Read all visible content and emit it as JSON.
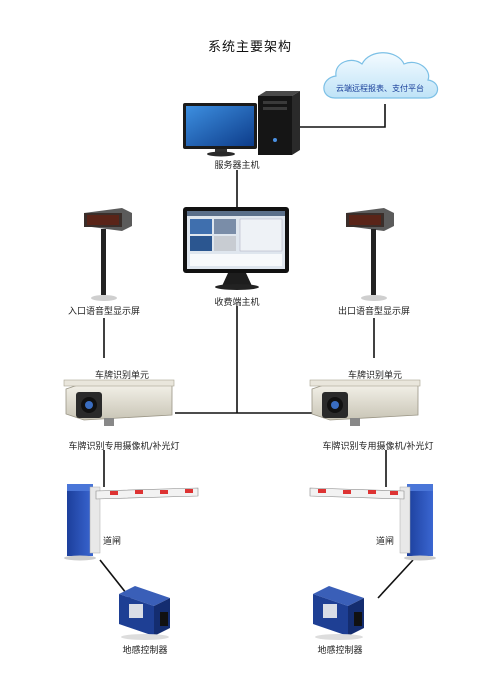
{
  "title": "系统主要架构",
  "cloud_label": "云端远程报表、支付平台",
  "nodes": {
    "server": "服务器主机",
    "toll_host": "收费端主机",
    "entry_display": "入口语音型显示屏",
    "exit_display": "出口语音型显示屏",
    "plate_unit_left": "车牌识别单元",
    "plate_unit_right": "车牌识别单元",
    "camera_left": "车牌识别专用摄像机/补光灯",
    "camera_right": "车牌识别专用摄像机/补光灯",
    "gate_left": "道闸",
    "gate_right": "道闸",
    "loop_left": "地感控制器",
    "loop_right": "地感控制器"
  }
}
